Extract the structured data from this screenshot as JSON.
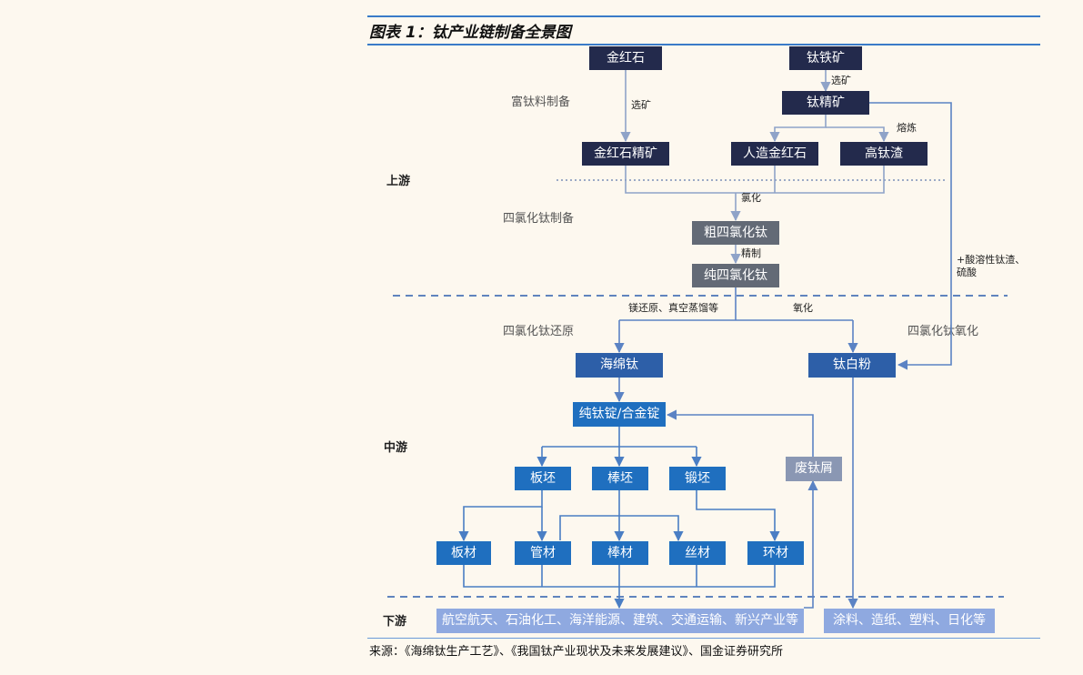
{
  "header": {
    "top_partial_text": "",
    "figure_title": "图表 1：钛产业链制备全景图"
  },
  "stages": {
    "upstream": "上游",
    "midstream": "中游",
    "downstream": "下游"
  },
  "sections": {
    "rich_ti": "富钛料制备",
    "ticl4_prep": "四氯化钛制备",
    "ticl4_reduction": "四氯化钛还原",
    "ticl4_oxidation": "四氯化钛氧化"
  },
  "nodes": {
    "rutile": "金红石",
    "ilmenite": "钛铁矿",
    "ti_concentrate": "钛精矿",
    "rutile_concentrate": "金红石精矿",
    "synthetic_rutile": "人造金红石",
    "high_ti_slag": "高钛渣",
    "crude_ticl4": "粗四氯化钛",
    "pure_ticl4": "纯四氯化钛",
    "sponge_ti": "海绵钛",
    "ti_white": "钛白粉",
    "ingot": "纯钛锭/合金锭",
    "scrap": "废钛屑",
    "slab": "板坯",
    "bar_billet": "棒坯",
    "forging_billet": "锻坯",
    "plate": "板材",
    "tube": "管材",
    "rod": "棒材",
    "wire": "丝材",
    "ring": "环材",
    "downstream_ti": "航空航天、石油化工、海洋能源、建筑、交通运输、新兴产业等",
    "downstream_white": "涂料、造纸、塑料、日化等"
  },
  "edge_labels": {
    "beneficiation_1": "选矿",
    "beneficiation_2": "选矿",
    "smelting": "熔炼",
    "chlorination": "氯化",
    "refining": "精制",
    "mg_reduction": "镁还原、真空蒸馏等",
    "oxidation": "氧化",
    "acid_line1": "+酸溶性钛渣、",
    "acid_line2": "硫酸"
  },
  "colors": {
    "dark_navy": "#232a4c",
    "gray": "#636a76",
    "mid_blue": "#2d5fa8",
    "bright_blue": "#1f6fbf",
    "scrap_gray": "#8a97b3",
    "light_blue": "#8fa9e0",
    "rule_blue": "#3a7bc8"
  },
  "footer": {
    "source": "来源：《海绵钛生产工艺》、《我国钛产业现状及未来发展建议》、国金证券研究所"
  }
}
